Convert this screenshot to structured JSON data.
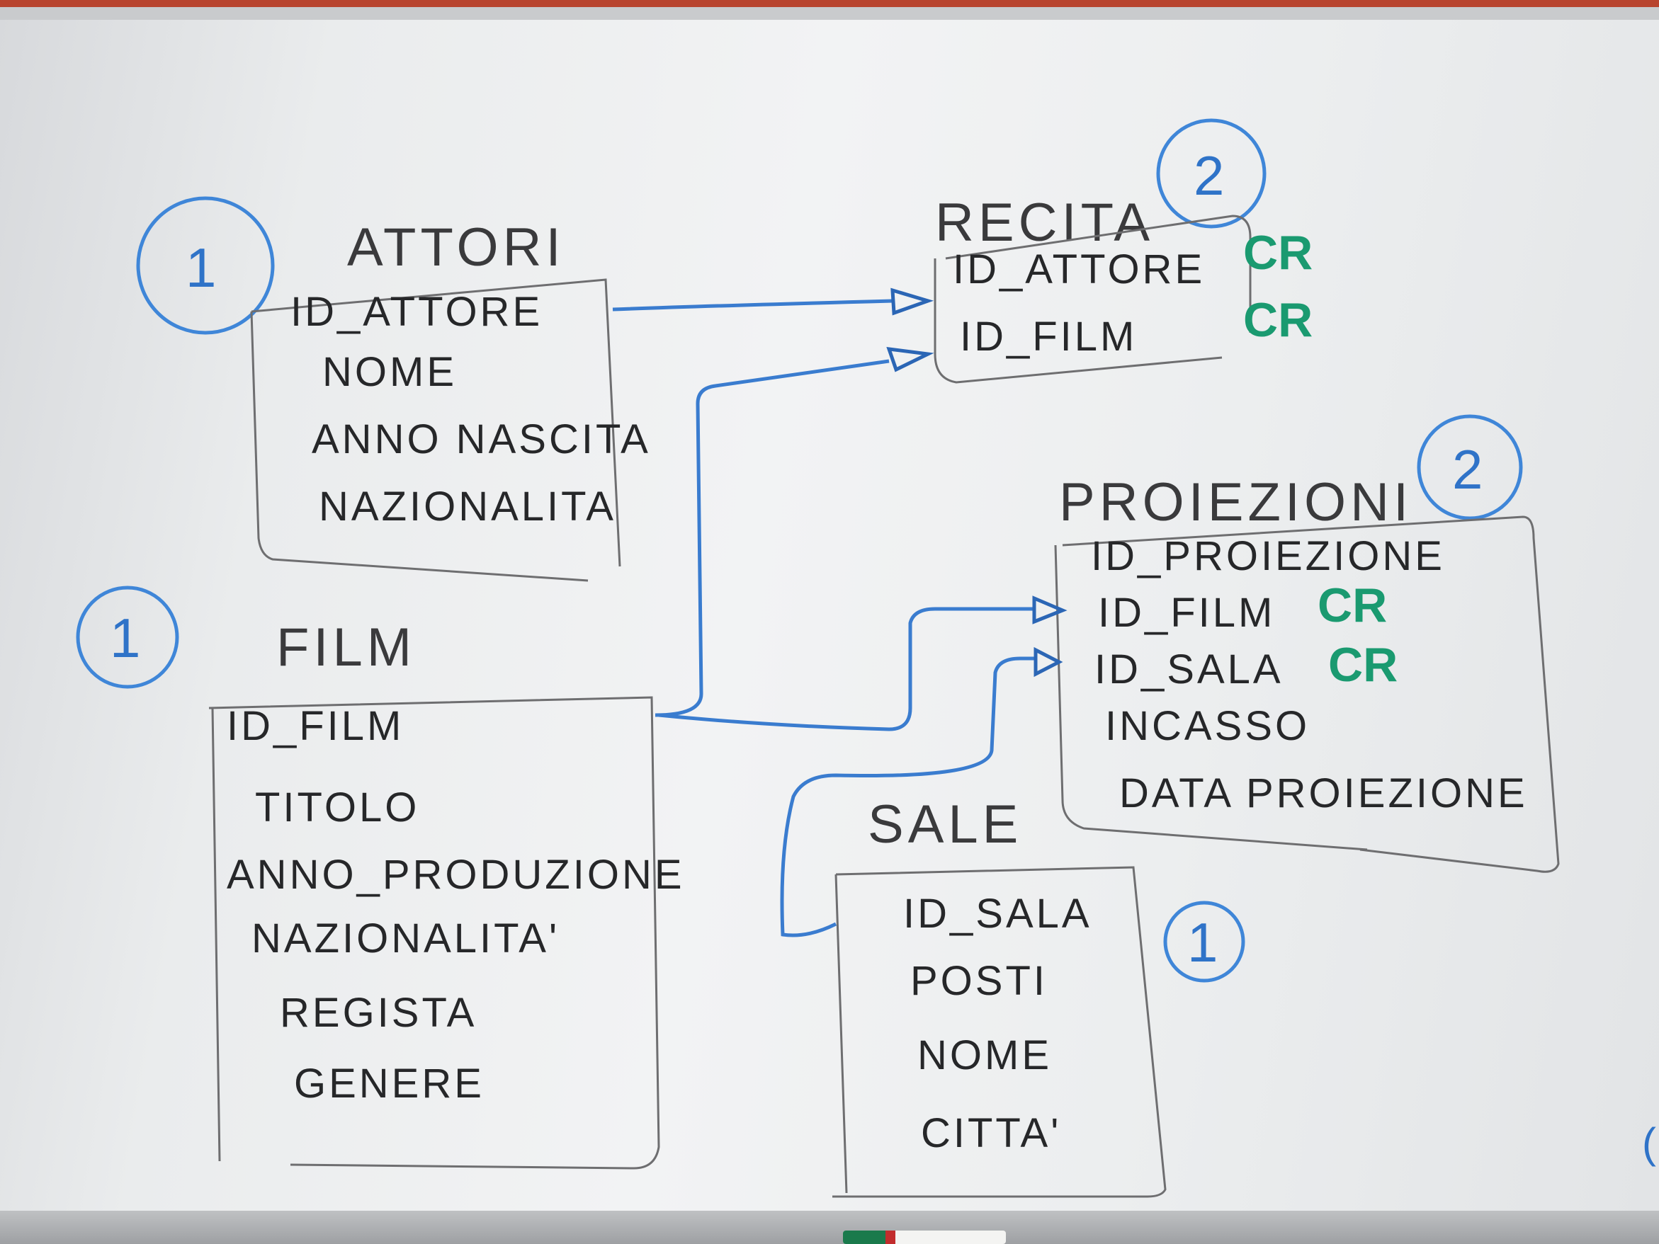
{
  "tables": {
    "attori": {
      "title": "ATTORI",
      "badge": "1",
      "fields": [
        "ID_ATTORE",
        "NOME",
        "ANNO NASCITA",
        "NAZIONALITA"
      ]
    },
    "film": {
      "title": "FILM",
      "badge": "1",
      "fields": [
        "ID_FILM",
        "TITOLO",
        "ANNO_PRODUZIONE",
        "NAZIONALITA'",
        "REGISTA",
        "GENERE"
      ]
    },
    "recita": {
      "title": "RECITA",
      "badge": "2",
      "fields": [
        {
          "name": "ID_ATTORE",
          "tag": "CR"
        },
        {
          "name": "ID_FILM",
          "tag": "CR"
        }
      ]
    },
    "proiezioni": {
      "title": "PROIEZIONI",
      "badge": "2",
      "fields": [
        {
          "name": "ID_PROIEZIONE",
          "tag": ""
        },
        {
          "name": "ID_FILM",
          "tag": "CR"
        },
        {
          "name": "ID_SALA",
          "tag": "CR"
        },
        {
          "name": "INCASSO",
          "tag": ""
        },
        {
          "name": "DATA PROIEZIONE",
          "tag": ""
        }
      ]
    },
    "sale": {
      "title": "SALE",
      "badge": "1",
      "fields": [
        "ID_SALA",
        "POSTI",
        "NOME",
        "CITTA'"
      ]
    }
  },
  "relationships": [
    {
      "from": "ATTORI.ID_ATTORE",
      "to": "RECITA.ID_ATTORE"
    },
    {
      "from": "FILM.ID_FILM",
      "to": "RECITA.ID_FILM"
    },
    {
      "from": "FILM.ID_FILM",
      "to": "PROIEZIONI.ID_FILM"
    },
    {
      "from": "SALE.ID_SALA",
      "to": "PROIEZIONI.ID_SALA"
    }
  ],
  "colors": {
    "marker_black": "#262729",
    "marker_blue": "#3a7ccf",
    "marker_green": "#1a9a70",
    "board": "#eceeef"
  },
  "edge_glyph": "("
}
